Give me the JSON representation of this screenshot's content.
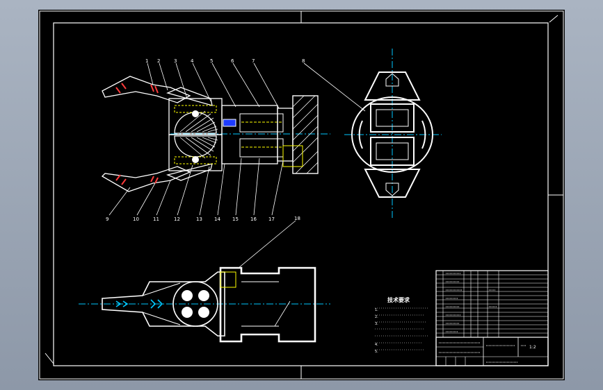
{
  "window": {
    "background_color": "#97a2b1",
    "sheet_color": "#000000"
  },
  "colors": {
    "outline": "#ffffff",
    "centerline": "#00c8ff",
    "hidden": "#ffff00",
    "section": "#ff3b3b",
    "hatch": "#ffffff"
  },
  "part_balloons": {
    "top": [
      "1",
      "2",
      "3",
      "4",
      "5",
      "6",
      "7",
      "8"
    ],
    "bottom": [
      "9",
      "10",
      "11",
      "12",
      "13",
      "14",
      "15",
      "16",
      "17"
    ],
    "view": "18"
  },
  "technical_requirements": {
    "title": "技术要求",
    "lines": [
      "1.",
      "2.",
      "3.",
      "",
      "",
      "4.",
      "5."
    ]
  },
  "title_block": {
    "weight_label": "1:2",
    "bottom_row": [
      "",
      "",
      "",
      ""
    ]
  }
}
